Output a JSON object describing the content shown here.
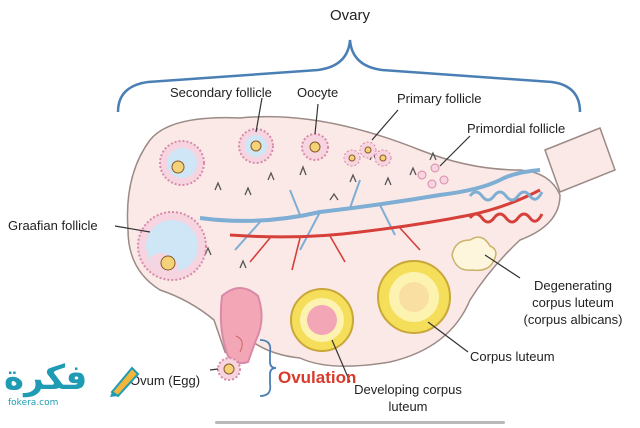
{
  "labels": {
    "ovary": "Ovary",
    "secondary_follicle": "Secondary follicle",
    "oocyte": "Oocyte",
    "primary_follicle": "Primary follicle",
    "primordial_follicle": "Primordial follicle",
    "graafian_follicle": "Graafian follicle",
    "degenerating_line1": "Degenerating",
    "degenerating_line2": "corpus luteum",
    "degenerating_line3": "(corpus albicans)",
    "corpus_luteum": "Corpus luteum",
    "ovum": "Ovum (Egg)",
    "ovulation": "Ovulation",
    "developing_line1": "Developing corpus",
    "developing_line2": "luteum"
  },
  "logo": {
    "text": "فكرة",
    "url": "fokera.com"
  },
  "colors": {
    "ovary_fill": "#fbe9e7",
    "ovary_stroke": "#9c8a86",
    "bracket": "#4a7fb5",
    "artery": "#d6403a",
    "vein": "#7eaed3",
    "corpus_yellow": "#f4de5a",
    "ovulation_red": "#d93a2b",
    "logo_teal": "#1f9bb3"
  }
}
